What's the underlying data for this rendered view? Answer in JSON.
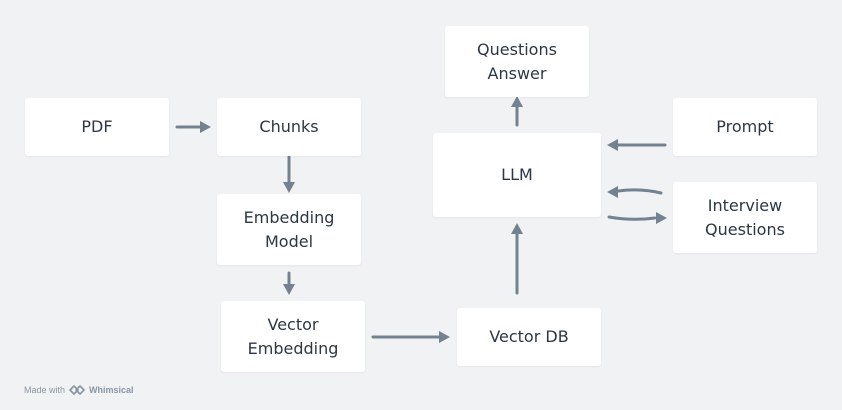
{
  "diagram": {
    "nodes": {
      "pdf": "PDF",
      "chunks": "Chunks",
      "embedding_model": "Embedding\nModel",
      "vector_embedding": "Vector\nEmbedding",
      "vector_db": "Vector DB",
      "llm": "LLM",
      "questions_answer": "Questions\nAnswer",
      "prompt": "Prompt",
      "interview_questions": "Interview\nQuestions"
    },
    "edges": [
      {
        "from": "PDF",
        "to": "Chunks"
      },
      {
        "from": "Chunks",
        "to": "Embedding Model"
      },
      {
        "from": "Embedding Model",
        "to": "Vector Embedding"
      },
      {
        "from": "Vector Embedding",
        "to": "Vector DB"
      },
      {
        "from": "Vector DB",
        "to": "LLM"
      },
      {
        "from": "LLM",
        "to": "Questions Answer"
      },
      {
        "from": "Prompt",
        "to": "LLM"
      },
      {
        "from": "Interview Questions",
        "to": "LLM"
      },
      {
        "from": "LLM",
        "to": "Interview Questions"
      }
    ]
  },
  "colors": {
    "background": "#f0f2f4",
    "node_fill": "#ffffff",
    "node_text": "#2c3745",
    "arrow": "#738191",
    "watermark": "#8a96a3"
  },
  "watermark": {
    "made_with": "Made with",
    "brand": "Whimsical",
    "icon": "whimsical-logo-icon"
  }
}
